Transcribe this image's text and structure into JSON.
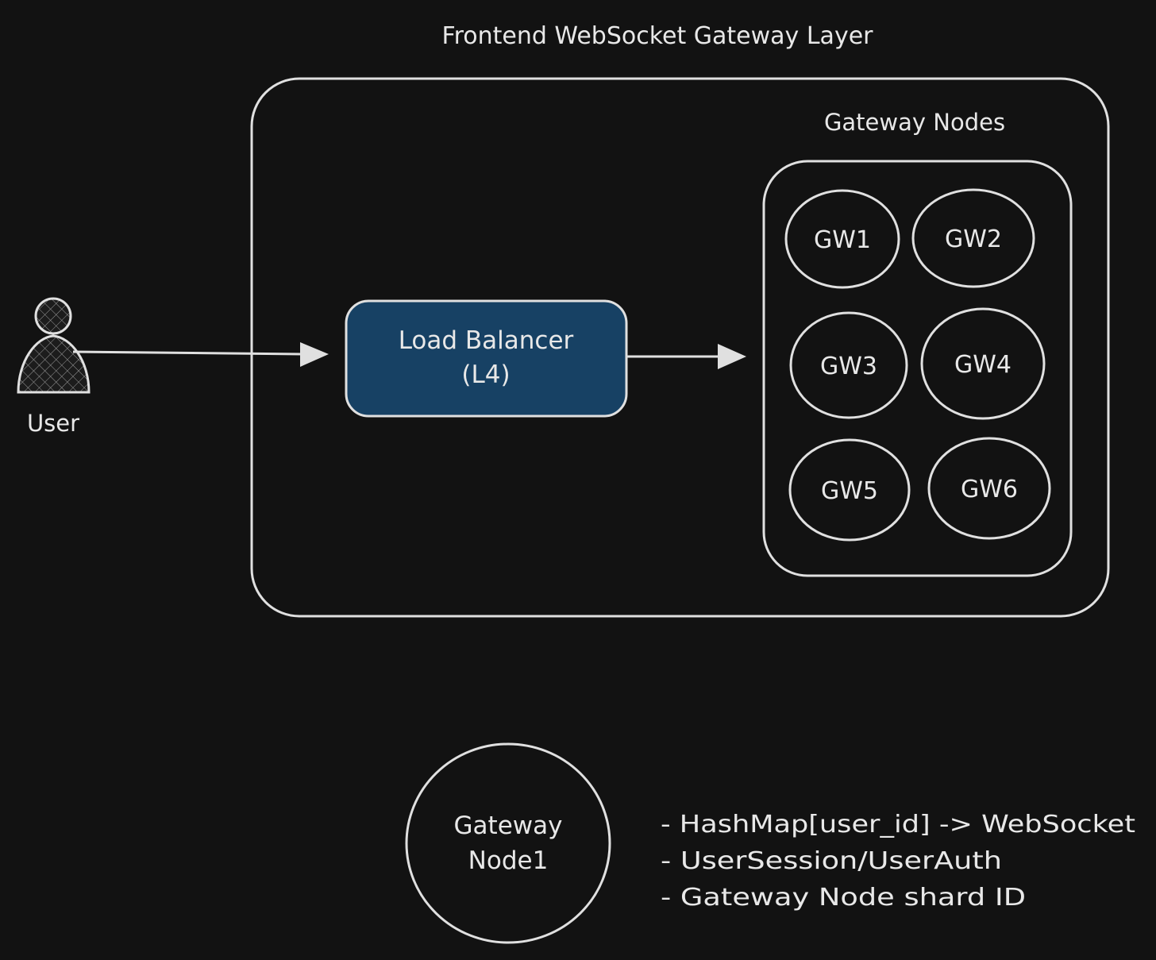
{
  "title": "Frontend WebSocket Gateway Layer",
  "gateway_group": {
    "label": "Gateway Nodes",
    "nodes": [
      "GW1",
      "GW2",
      "GW3",
      "GW4",
      "GW5",
      "GW6"
    ]
  },
  "user": {
    "label": "User"
  },
  "load_balancer": {
    "line1": "Load Balancer",
    "line2": "(L4)",
    "fill_color": "#174164"
  },
  "detail_node": {
    "line1": "Gateway",
    "line2": "Node1"
  },
  "detail_notes": [
    "- HashMap[user_id] -> WebSocket",
    "- UserSession/UserAuth",
    "- Gateway Node shard ID"
  ],
  "colors": {
    "background": "#121212",
    "stroke": "#e0e0e0",
    "text": "#e8e8e8"
  }
}
